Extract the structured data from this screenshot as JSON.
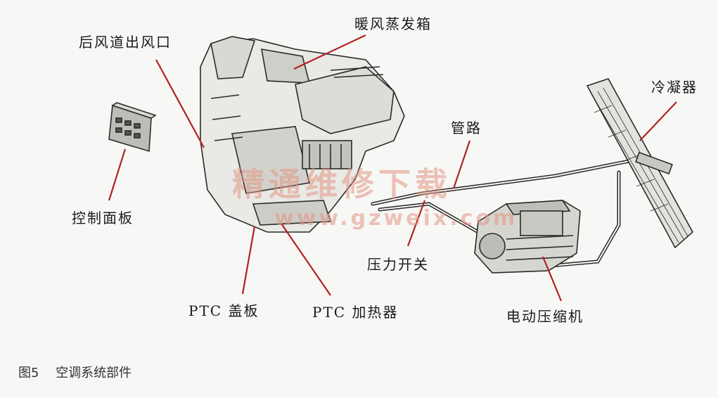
{
  "labels": {
    "rear_vent": "后风道出风口",
    "hvac_box": "暖风蒸发箱",
    "condenser": "冷凝器",
    "pipe": "管路",
    "control_panel": "控制面板",
    "pressure_switch": "压力开关",
    "ptc_cover": "PTC 盖板",
    "ptc_heater": "PTC 加热器",
    "compressor": "电动压缩机"
  },
  "caption": {
    "figure": "图5",
    "title": "空调系统部件"
  },
  "watermark": {
    "cn": "精通维修下载",
    "en": "www.gzweix.com"
  },
  "colors": {
    "leader": "#b22222",
    "line_art": "#2a2a2a",
    "watermark": "#e29682"
  }
}
